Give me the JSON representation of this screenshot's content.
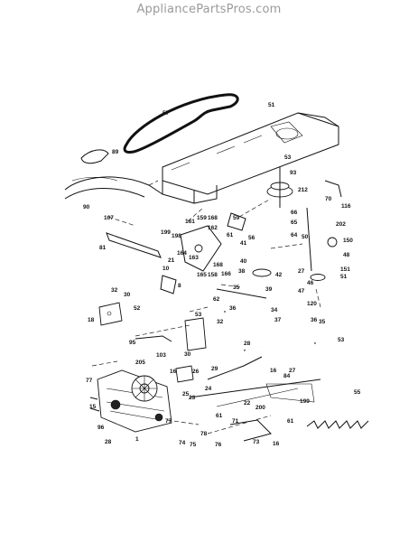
{
  "watermark": "AppliancePartsPros.com",
  "callouts": [
    {
      "id": "c57",
      "text": "57"
    },
    {
      "id": "c51",
      "text": "51"
    },
    {
      "id": "c89",
      "text": "89"
    },
    {
      "id": "c53a",
      "text": "53"
    },
    {
      "id": "c93",
      "text": "93"
    },
    {
      "id": "c212",
      "text": "212"
    },
    {
      "id": "c70",
      "text": "70"
    },
    {
      "id": "c116",
      "text": "116"
    },
    {
      "id": "c90",
      "text": "90"
    },
    {
      "id": "c107",
      "text": "107"
    },
    {
      "id": "c59",
      "text": "59"
    },
    {
      "id": "c161",
      "text": "161"
    },
    {
      "id": "c159",
      "text": "159"
    },
    {
      "id": "c168a",
      "text": "168"
    },
    {
      "id": "c199",
      "text": "199"
    },
    {
      "id": "c198",
      "text": "198"
    },
    {
      "id": "c162",
      "text": "162"
    },
    {
      "id": "c61a",
      "text": "61"
    },
    {
      "id": "c66",
      "text": "66"
    },
    {
      "id": "c65",
      "text": "65"
    },
    {
      "id": "c56",
      "text": "56"
    },
    {
      "id": "c64",
      "text": "64"
    },
    {
      "id": "c202",
      "text": "202"
    },
    {
      "id": "c150",
      "text": "150"
    },
    {
      "id": "c81",
      "text": "81"
    },
    {
      "id": "c164",
      "text": "164"
    },
    {
      "id": "c163",
      "text": "163"
    },
    {
      "id": "c21",
      "text": "21"
    },
    {
      "id": "c165",
      "text": "165"
    },
    {
      "id": "c158",
      "text": "158"
    },
    {
      "id": "c168b",
      "text": "168"
    },
    {
      "id": "c166",
      "text": "166"
    },
    {
      "id": "c41",
      "text": "41"
    },
    {
      "id": "c50",
      "text": "50"
    },
    {
      "id": "c40",
      "text": "40"
    },
    {
      "id": "c38",
      "text": "38"
    },
    {
      "id": "c39",
      "text": "39"
    },
    {
      "id": "c42",
      "text": "42"
    },
    {
      "id": "c48",
      "text": "48"
    },
    {
      "id": "c151",
      "text": "151"
    },
    {
      "id": "c51b",
      "text": "51"
    },
    {
      "id": "c27a",
      "text": "27"
    },
    {
      "id": "c46",
      "text": "46"
    },
    {
      "id": "c47",
      "text": "47"
    },
    {
      "id": "c120",
      "text": "120"
    },
    {
      "id": "c10",
      "text": "10"
    },
    {
      "id": "c8",
      "text": "8"
    },
    {
      "id": "c62",
      "text": "62"
    },
    {
      "id": "c35a",
      "text": "35"
    },
    {
      "id": "c36a",
      "text": "36"
    },
    {
      "id": "c34",
      "text": "34"
    },
    {
      "id": "c37",
      "text": "37"
    },
    {
      "id": "c36b",
      "text": "36"
    },
    {
      "id": "c35b",
      "text": "35"
    },
    {
      "id": "c53b",
      "text": "53"
    },
    {
      "id": "c32a",
      "text": "32"
    },
    {
      "id": "c30a",
      "text": "30"
    },
    {
      "id": "c18",
      "text": "18"
    },
    {
      "id": "c52",
      "text": "52"
    },
    {
      "id": "c53c",
      "text": "53"
    },
    {
      "id": "c32b",
      "text": "32"
    },
    {
      "id": "c30b",
      "text": "30"
    },
    {
      "id": "c95",
      "text": "95"
    },
    {
      "id": "c103",
      "text": "103"
    },
    {
      "id": "c205",
      "text": "205"
    },
    {
      "id": "c28",
      "text": "28"
    },
    {
      "id": "c29",
      "text": "29"
    },
    {
      "id": "c26",
      "text": "26"
    },
    {
      "id": "c24",
      "text": "24"
    },
    {
      "id": "c25",
      "text": "25"
    },
    {
      "id": "c23",
      "text": "23"
    },
    {
      "id": "c22",
      "text": "22"
    },
    {
      "id": "c16a",
      "text": "16"
    },
    {
      "id": "c16b",
      "text": "16"
    },
    {
      "id": "c84",
      "text": "84"
    },
    {
      "id": "c27b",
      "text": "27"
    },
    {
      "id": "c199b",
      "text": "199"
    },
    {
      "id": "c55",
      "text": "55"
    },
    {
      "id": "c77a",
      "text": "77"
    },
    {
      "id": "c15",
      "text": "15"
    },
    {
      "id": "c96",
      "text": "96"
    },
    {
      "id": "c28b",
      "text": "28"
    },
    {
      "id": "c1",
      "text": "1"
    },
    {
      "id": "c77b",
      "text": "77"
    },
    {
      "id": "c200",
      "text": "200"
    },
    {
      "id": "c61b",
      "text": "61"
    },
    {
      "id": "c71",
      "text": "71"
    },
    {
      "id": "c61c",
      "text": "61"
    },
    {
      "id": "c74",
      "text": "74"
    },
    {
      "id": "c75",
      "text": "75"
    },
    {
      "id": "c78",
      "text": "78"
    },
    {
      "id": "c76",
      "text": "76"
    },
    {
      "id": "c73",
      "text": "73"
    },
    {
      "id": "c16c",
      "text": "16"
    }
  ]
}
